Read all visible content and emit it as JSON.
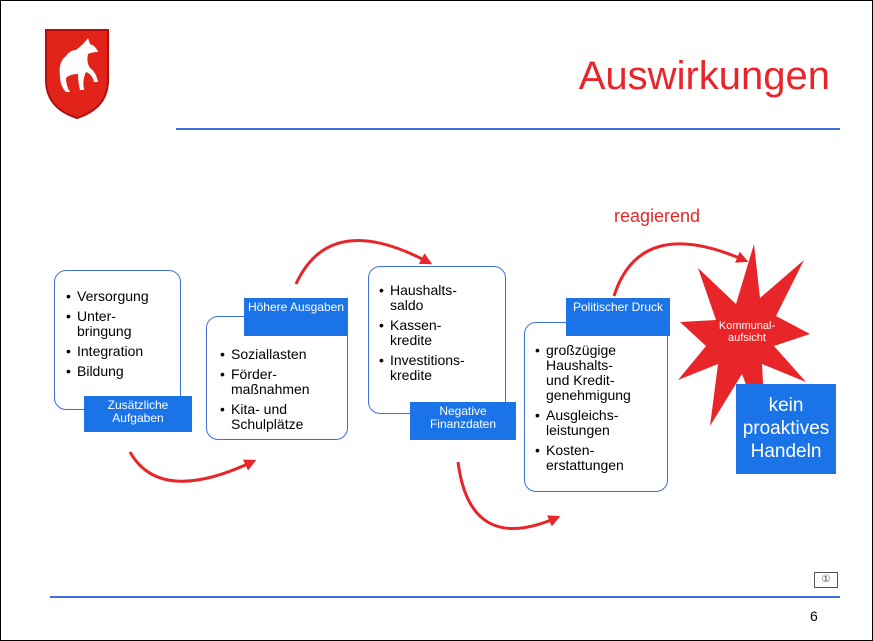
{
  "title": "Auswirkungen",
  "page_number": "6",
  "colors": {
    "accent_red": "#e8262a",
    "accent_blue": "#1a74e8",
    "line_blue": "#3d6fdc"
  },
  "logo": {
    "name": "niedersachsen-horse-coat-of-arms"
  },
  "boxes": [
    {
      "items": [
        [
          "Versorgung"
        ],
        [
          "Unter-",
          "bringung"
        ],
        [
          "Integration"
        ],
        [
          "Bildung"
        ]
      ],
      "tag": "Zusätzliche Aufgaben"
    },
    {
      "items": [
        [
          "Soziallasten"
        ],
        [
          "Förder-",
          "maßnahmen"
        ],
        [
          "Kita- und",
          "Schulplätze"
        ]
      ],
      "tag": "Höhere Ausgaben"
    },
    {
      "items": [
        [
          "Haushalts-",
          "saldo"
        ],
        [
          "Kassen-",
          "kredite"
        ],
        [
          "Investitions-",
          "kredite"
        ]
      ],
      "tag": "Negative Finanzdaten"
    },
    {
      "items": [
        [
          "großzügige",
          "Haushalts-",
          "und Kredit-",
          "genehmigung"
        ],
        [
          "Ausgleichs-",
          "leistungen"
        ],
        [
          "Kosten-",
          "erstattungen"
        ]
      ],
      "tag": "Politischer Druck"
    }
  ],
  "reagierend": "reagierend",
  "kommunalaufsicht": "Kommunal- aufsicht",
  "kein_proaktives_handeln": "kein proaktives Handeln"
}
